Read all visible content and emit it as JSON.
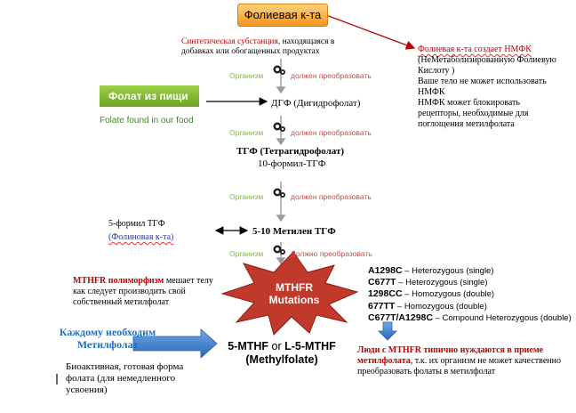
{
  "folic_acid": "Фолиевая к-та",
  "synthetic_red": "Синтетическая субстанция",
  "synthetic_rest": ", находящаяся в добавках или обогащенных продуктах",
  "note": {
    "red": "Фолиевая к-та создает НМФК",
    "line1": "(НеМетаболизированную Фолиевую Кислоту )",
    "line2": "Ваше тело не может использовать НМФК",
    "line3": "НМФК может блокировать рецепторы, необходимые для поглощения метилфолата"
  },
  "steps": [
    {
      "organism": "Организм",
      "convert": "должен преобразовать"
    },
    {
      "organism": "Организм",
      "convert": "должен преобразовать"
    },
    {
      "organism": "Организм",
      "convert": "должен преобразовать"
    },
    {
      "organism": "Организм",
      "convert": "Должно преобразовать"
    }
  ],
  "food": {
    "label": "Фолат из пищи",
    "subtitle": "Folate found in our food"
  },
  "dhf": "ДГФ (Дигидрофолат)",
  "thf": "ТГФ (Тетрагидрофолат)",
  "formyl10": "10-формил-ТГФ",
  "formyl5": "5-формил ТГФ",
  "folinic": "(Фолиновая  к-та)",
  "methylene": "5-10 Метилен ТГФ",
  "mthfr_poly": {
    "red": "MTHFR полиморфизм",
    "rest": " мешает телу как следует производить свой собственный метилфолат"
  },
  "burst": {
    "line1": "MTHFR",
    "line2": "Mutations"
  },
  "everyone": "Каждому необходим Метилфолат",
  "methyl": {
    "a": "5-MTHF",
    "or": " or ",
    "b": "L-5-MTHF",
    "c": "(Methylfolate)"
  },
  "bioactive": "Биоактивная, готовая форма фолата (для немедленного усвоения)",
  "mutations": [
    {
      "code": "A1298C",
      "desc": " – Heterozygous (single)"
    },
    {
      "code": "C677T",
      "desc": " – Heterozygous (single)"
    },
    {
      "code": "1298CC",
      "desc": " – Homozygous (double)"
    },
    {
      "code": "677TT",
      "desc": " – Homozygous (double)"
    },
    {
      "code": "C677T/A1298C",
      "desc": " – Compound Heterozygous (double)"
    }
  ],
  "people": {
    "red": "Люди с MTHFR типично нуждаются в приеме метилфолата",
    "rest": ", т.к. их организм не может качественно преобразовать фолаты в метилфолат"
  },
  "colors": {
    "red": "#c00000",
    "green": "#7fb93b",
    "orange": "#f7931e",
    "blue": "#1f6fc4"
  }
}
